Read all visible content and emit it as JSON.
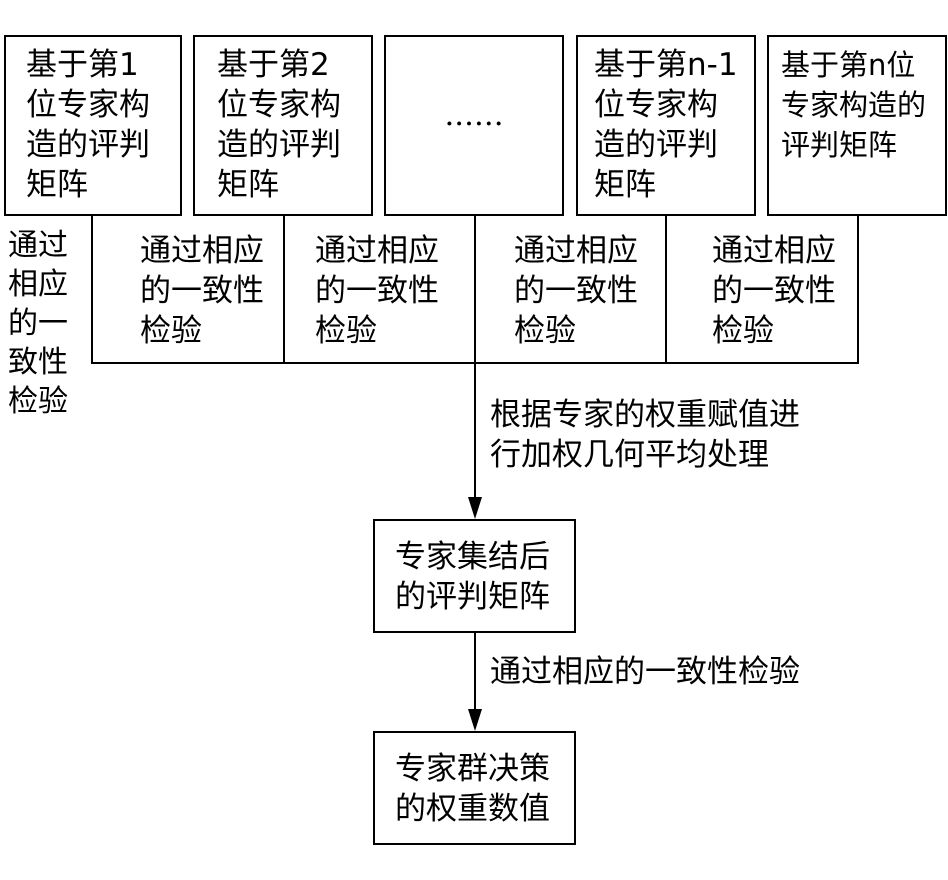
{
  "top_boxes": [
    {
      "text": "基于第1\n位专家构\n造的评判\n矩阵"
    },
    {
      "text": "基于第2\n位专家构\n造的评判\n矩阵"
    },
    {
      "text": "······"
    },
    {
      "text": "基于第n-1\n位专家构\n造的评判\n矩阵"
    },
    {
      "text": "基于第n位\n专家构造的\n评判矩阵"
    }
  ],
  "check_labels": [
    {
      "text": "通过\n相应\n的一\n致性\n检验"
    },
    {
      "text": "通过相应\n的一致性\n检验"
    },
    {
      "text": "通过相应\n的一致性\n检验"
    },
    {
      "text": "通过相应\n的一致性\n检验"
    },
    {
      "text": "通过相应\n的一致性\n检验"
    }
  ],
  "weighting_label": "根据专家的权重赋值进\n行加权几何平均处理",
  "aggregated_box": "专家集结后\n的评判矩阵",
  "consistency_label": "通过相应的一致性检验",
  "final_box": "专家群决策\n的权重数值"
}
